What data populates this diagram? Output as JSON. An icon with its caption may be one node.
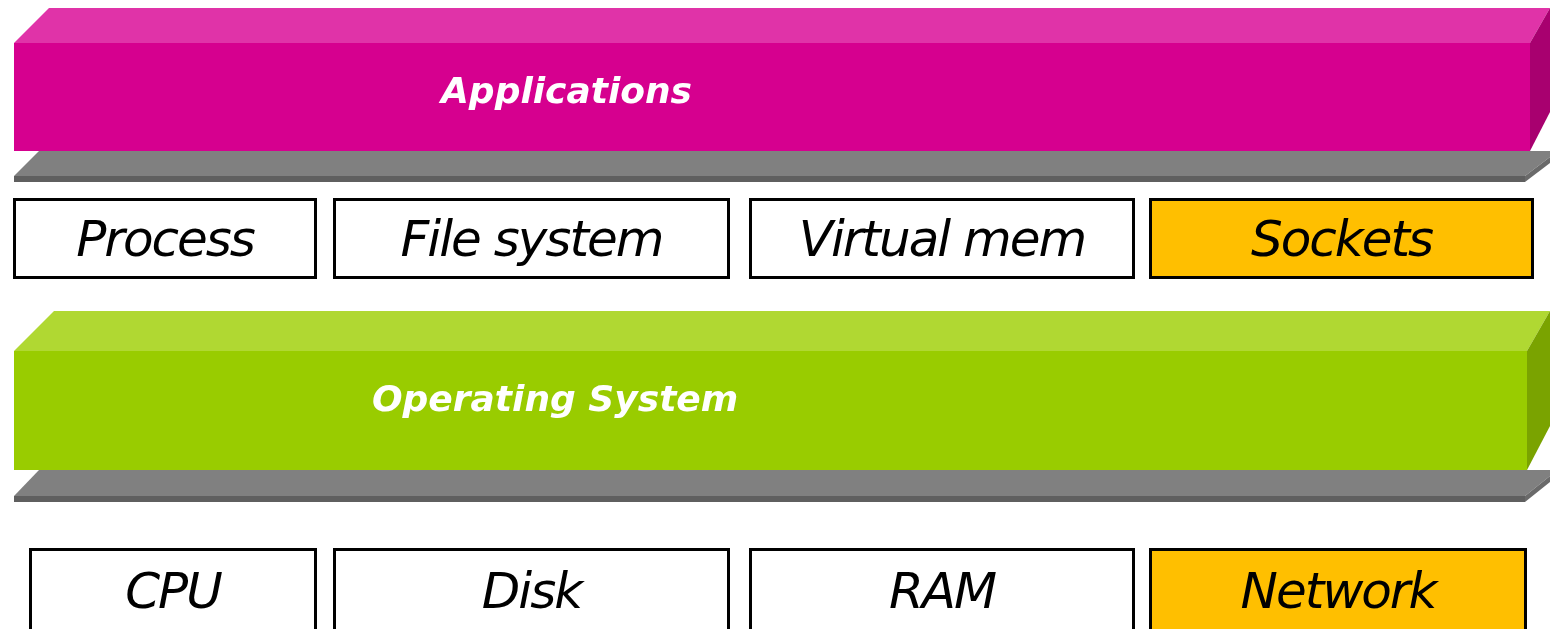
{
  "diagram": {
    "nodes": [
      {
        "text": [
          "Applications"
        ]
      },
      {
        "text": [
          "Process"
        ]
      },
      {
        "text": [
          "File system"
        ]
      },
      {
        "text": [
          "Virtual mem"
        ]
      },
      {
        "text": [
          "Sockets"
        ]
      },
      {
        "text": [
          "Operating System"
        ]
      },
      {
        "text": [
          "CPU"
        ]
      },
      {
        "text": [
          "Disk"
        ]
      },
      {
        "text": [
          "RAM"
        ]
      },
      {
        "text": [
          "Network"
        ]
      }
    ],
    "edges": []
  }
}
